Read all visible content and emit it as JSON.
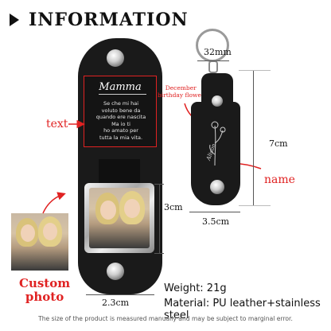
{
  "header": {
    "title": "INFORMATION"
  },
  "main_keychain": {
    "script_title": "Mamma",
    "message": "Se che mi hai\nvoluto bene da\nquando ere nascita\nMa io ti\nho amato per\ntutta la mia vita."
  },
  "labels": {
    "text": "text",
    "custom_photo": "Custom\nphoto",
    "birth_flower": "December\nbirthday flower",
    "name": "name",
    "engraved_name": "Alison"
  },
  "dimensions": {
    "ring": "32mm",
    "length": "7cm",
    "photo_height": "3cm",
    "width_side": "3.5cm",
    "width_main": "2.3cm"
  },
  "specs": {
    "weight": "Weight: 21g",
    "material": "Material: PU leather+stainless steel"
  },
  "footer": {
    "note": "The size of the product is measured manually and may be subject to marginal error."
  },
  "colors": {
    "accent": "#e02222",
    "leather": "#1a1a1a"
  }
}
